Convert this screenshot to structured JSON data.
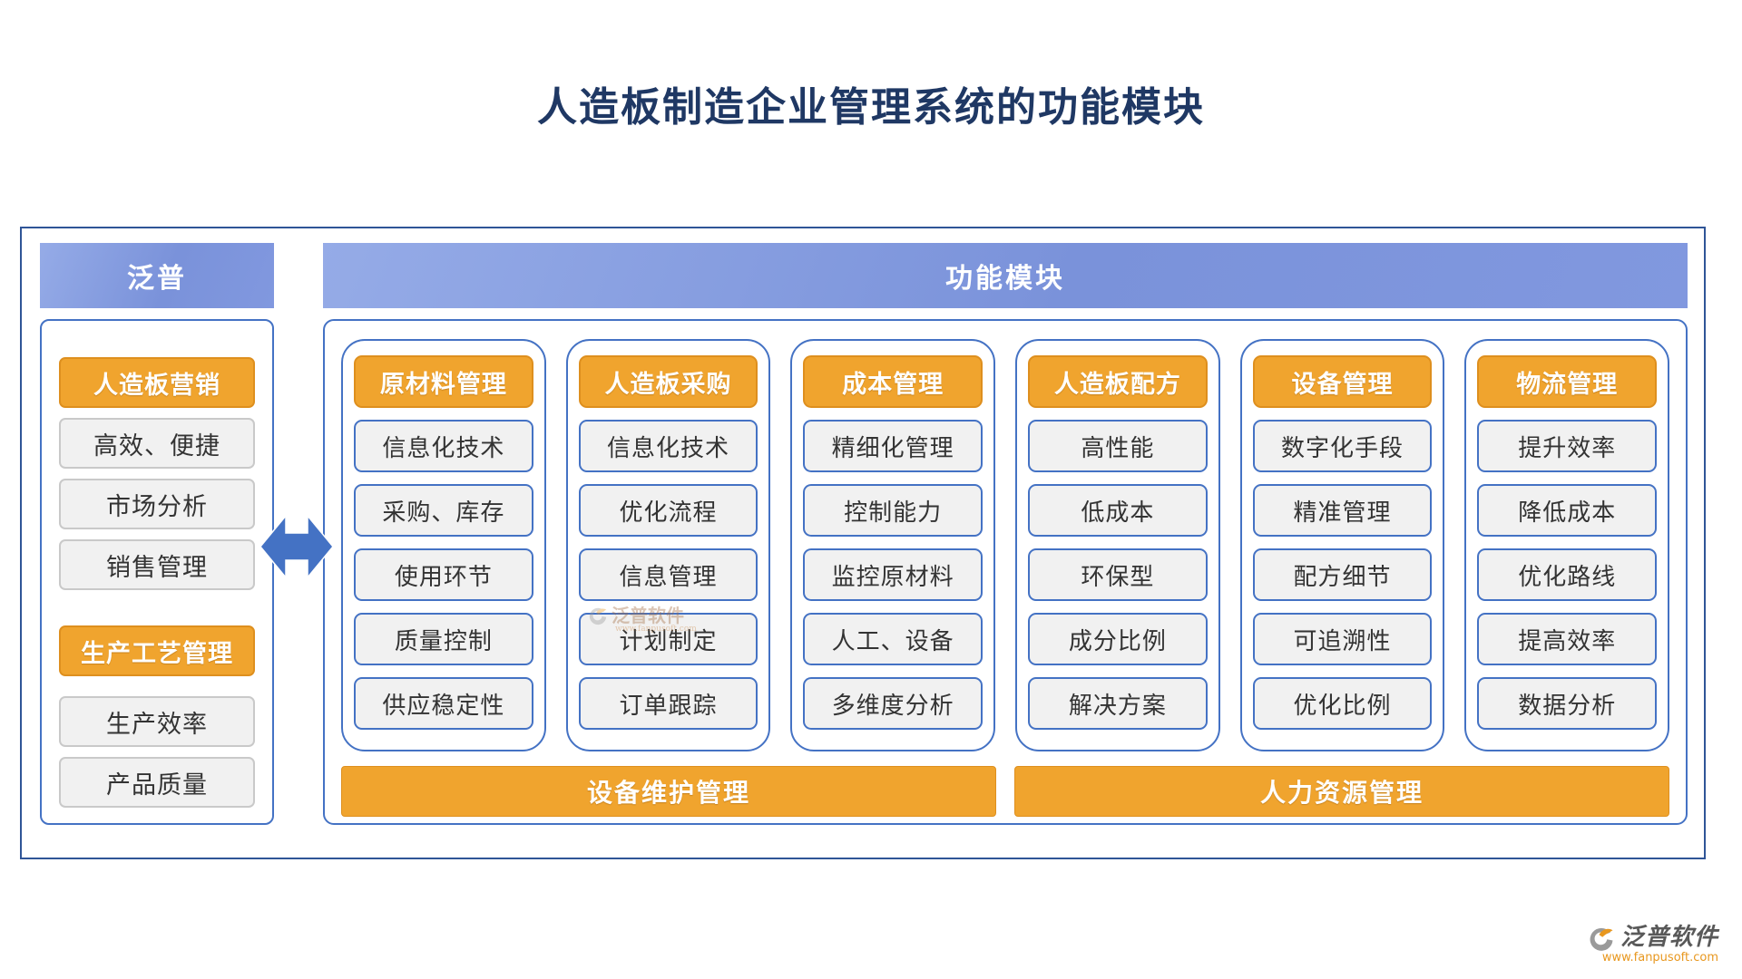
{
  "title": "人造板制造企业管理系统的功能模块",
  "sidebar": {
    "header": "泛普",
    "group1": {
      "header": "人造板营销",
      "items": [
        "高效、便捷",
        "市场分析",
        "销售管理"
      ]
    },
    "group2": {
      "header": "生产工艺管理",
      "items": [
        "生产效率",
        "产品质量"
      ]
    }
  },
  "main": {
    "header": "功能模块",
    "columns": [
      {
        "header": "原材料管理",
        "items": [
          "信息化技术",
          "采购、库存",
          "使用环节",
          "质量控制",
          "供应稳定性"
        ]
      },
      {
        "header": "人造板采购",
        "items": [
          "信息化技术",
          "优化流程",
          "信息管理",
          "计划制定",
          "订单跟踪"
        ]
      },
      {
        "header": "成本管理",
        "items": [
          "精细化管理",
          "控制能力",
          "监控原材料",
          "人工、设备",
          "多维度分析"
        ]
      },
      {
        "header": "人造板配方",
        "items": [
          "高性能",
          "低成本",
          "环保型",
          "成分比例",
          "解决方案"
        ]
      },
      {
        "header": "设备管理",
        "items": [
          "数字化手段",
          "精准管理",
          "配方细节",
          "可追溯性",
          "优化比例"
        ]
      },
      {
        "header": "物流管理",
        "items": [
          "提升效率",
          "降低成本",
          "优化路线",
          "提高效率",
          "数据分析"
        ]
      }
    ],
    "bottom_bars": [
      "设备维护管理",
      "人力资源管理"
    ]
  },
  "watermark": {
    "brand": "泛普软件",
    "url": "www.fanpusoft.com"
  },
  "colors": {
    "title": "#1f3864",
    "outer_border": "#2f5597",
    "blue_border": "#4472c4",
    "bar_gradient_start": "#95abe7",
    "bar_gradient_end": "#7a92da",
    "orange_fill": "#f0a42e",
    "orange_border": "#de8f1e",
    "item_bg": "#f1f1f1",
    "item_text": "#333333"
  }
}
